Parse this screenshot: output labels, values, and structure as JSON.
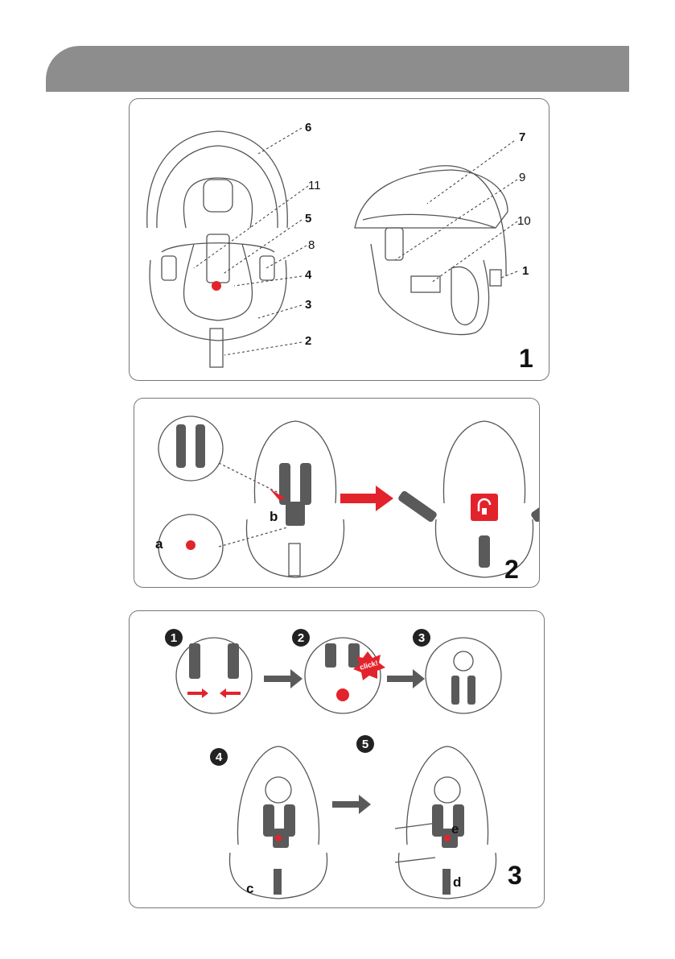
{
  "panels": [
    {
      "number": "1",
      "labels": [
        "6",
        "11",
        "5",
        "8",
        "4",
        "3",
        "2",
        "7",
        "9",
        "10",
        "1"
      ]
    },
    {
      "number": "2",
      "letters": [
        "a",
        "b"
      ]
    },
    {
      "number": "3",
      "steps": [
        "1",
        "2",
        "3",
        "4",
        "5"
      ],
      "click_text": "click!",
      "letters": [
        "c",
        "d",
        "e"
      ]
    }
  ],
  "colors": {
    "header": "#8d8d8d",
    "accent": "#e3232c",
    "strap": "#5a5a5a"
  }
}
